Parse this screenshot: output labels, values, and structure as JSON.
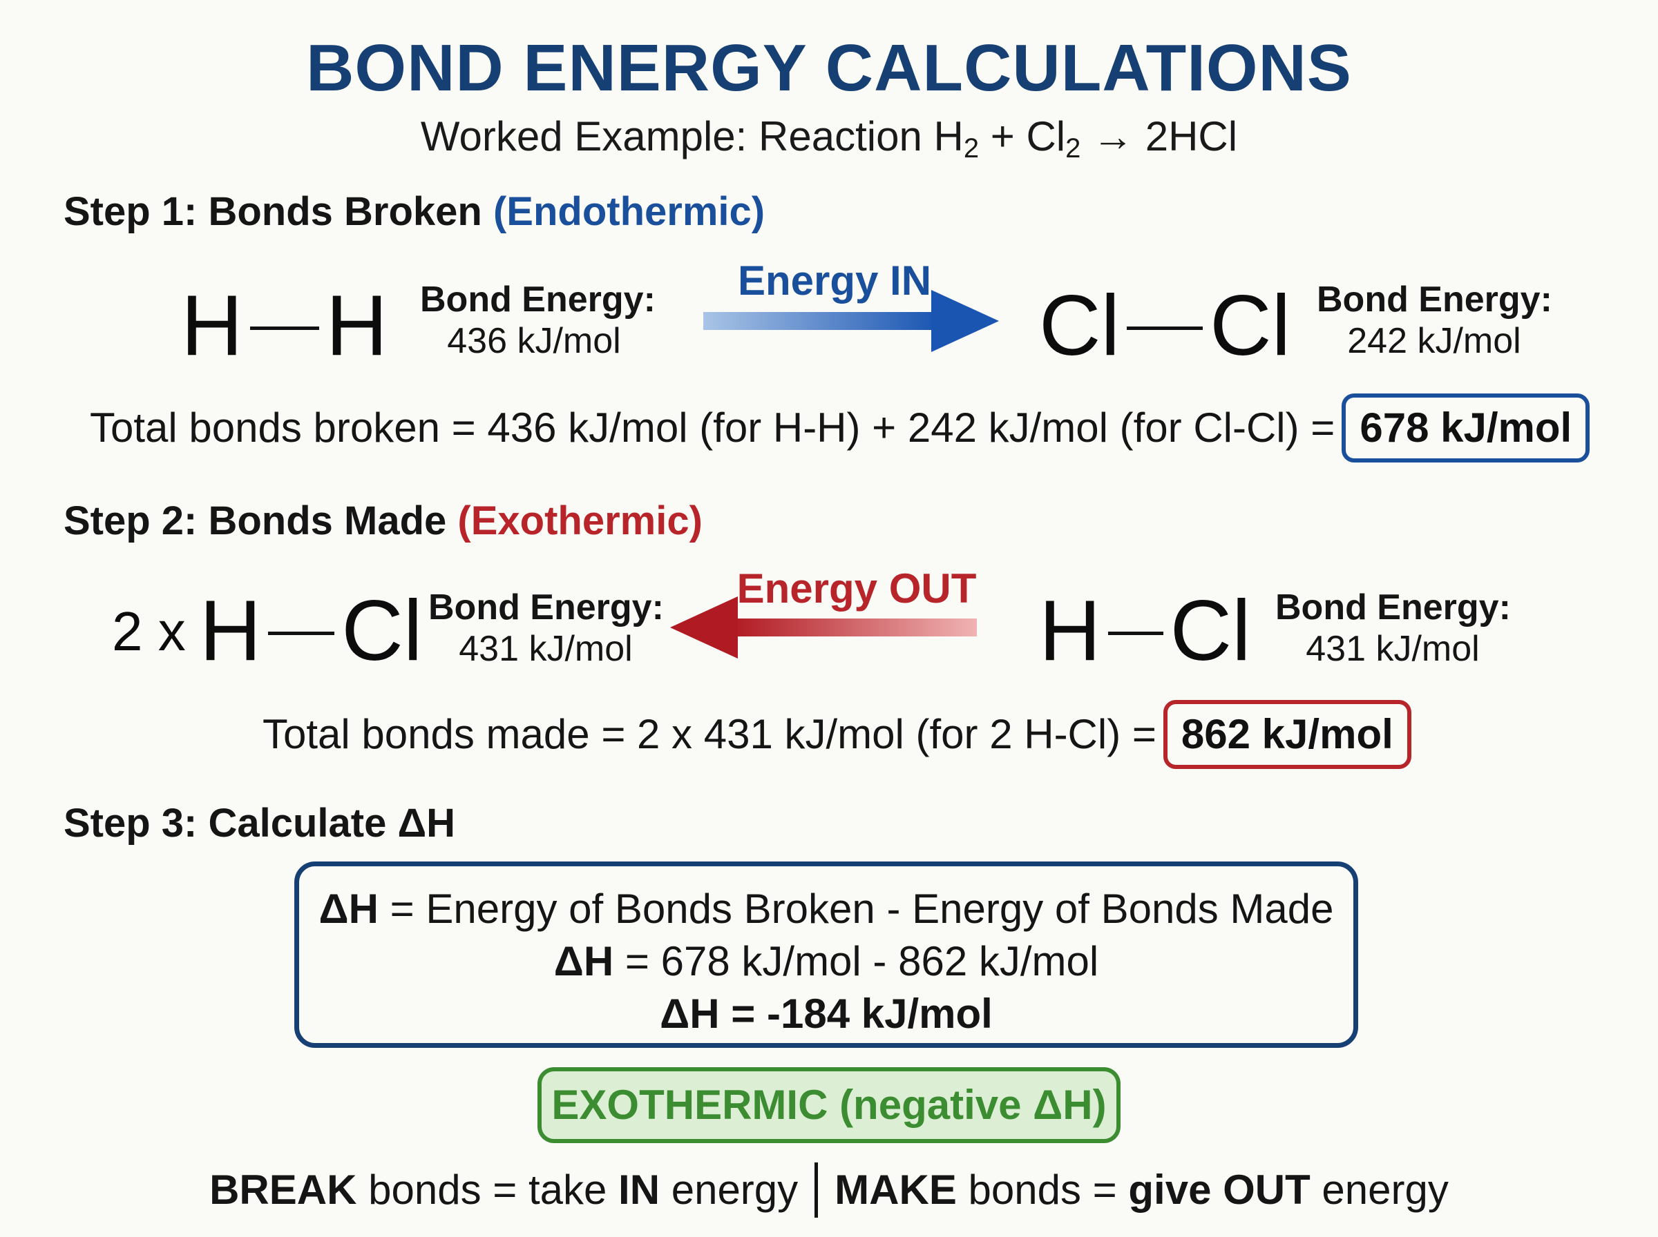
{
  "header": {
    "title": "BOND ENERGY CALCULATIONS",
    "subtitle_prefix": "Worked Example: Reaction H",
    "subtitle_sub1": "2",
    "subtitle_mid": " + Cl",
    "subtitle_sub2": "2",
    "subtitle_suffix": " → 2HCl"
  },
  "step1": {
    "heading": "Step 1: Bonds Broken",
    "heading_tag": "(Endothermic)",
    "left_molecule": {
      "atom1": "H",
      "atom2": "H",
      "label": "Bond Energy:",
      "value": "436 kJ/mol"
    },
    "arrow_label": "Energy IN",
    "right_molecule": {
      "atom1": "Cl",
      "atom2": "Cl",
      "label": "Bond Energy:",
      "value": "242 kJ/mol"
    },
    "total_text": "Total bonds broken = 436 kJ/mol (for H-H) + 242 kJ/mol (for Cl-Cl) =",
    "total_value": "678 kJ/mol"
  },
  "step2": {
    "heading": "Step 2: Bonds Made",
    "heading_tag": "(Exothermic)",
    "left_molecule": {
      "coefficient": "2 x",
      "atom1": "H",
      "atom2": "Cl",
      "label": "Bond Energy:",
      "value": "431 kJ/mol"
    },
    "arrow_label": "Energy OUT",
    "right_molecule": {
      "atom1": "H",
      "atom2": "Cl",
      "label": "Bond Energy:",
      "value": "431 kJ/mol"
    },
    "total_text": "Total bonds made = 2 x 431 kJ/mol (for 2 H-Cl) =",
    "total_value": "862 kJ/mol"
  },
  "step3": {
    "heading": "Step 3: Calculate ΔH",
    "line1_symbol": "ΔH",
    "line1_rest": " = Energy of Bonds Broken - Energy of Bonds Made",
    "line2_symbol": "ΔH",
    "line2_rest": " = 678 kJ/mol - 862 kJ/mol",
    "line3": "ΔH = -184 kJ/mol"
  },
  "result_badge": "EXOTHERMIC (negative ΔH)",
  "footer": {
    "break_word": "BREAK",
    "break_rest": " bonds = take ",
    "in_word": "IN",
    "in_rest": " energy",
    "make_word": "MAKE",
    "make_rest": " bonds = ",
    "give_word": "give OUT",
    "give_rest": " energy"
  },
  "colors": {
    "title": "#163f73",
    "endothermic": "#1a4f9c",
    "exothermic": "#b7242a",
    "result": "#3c8c32"
  }
}
